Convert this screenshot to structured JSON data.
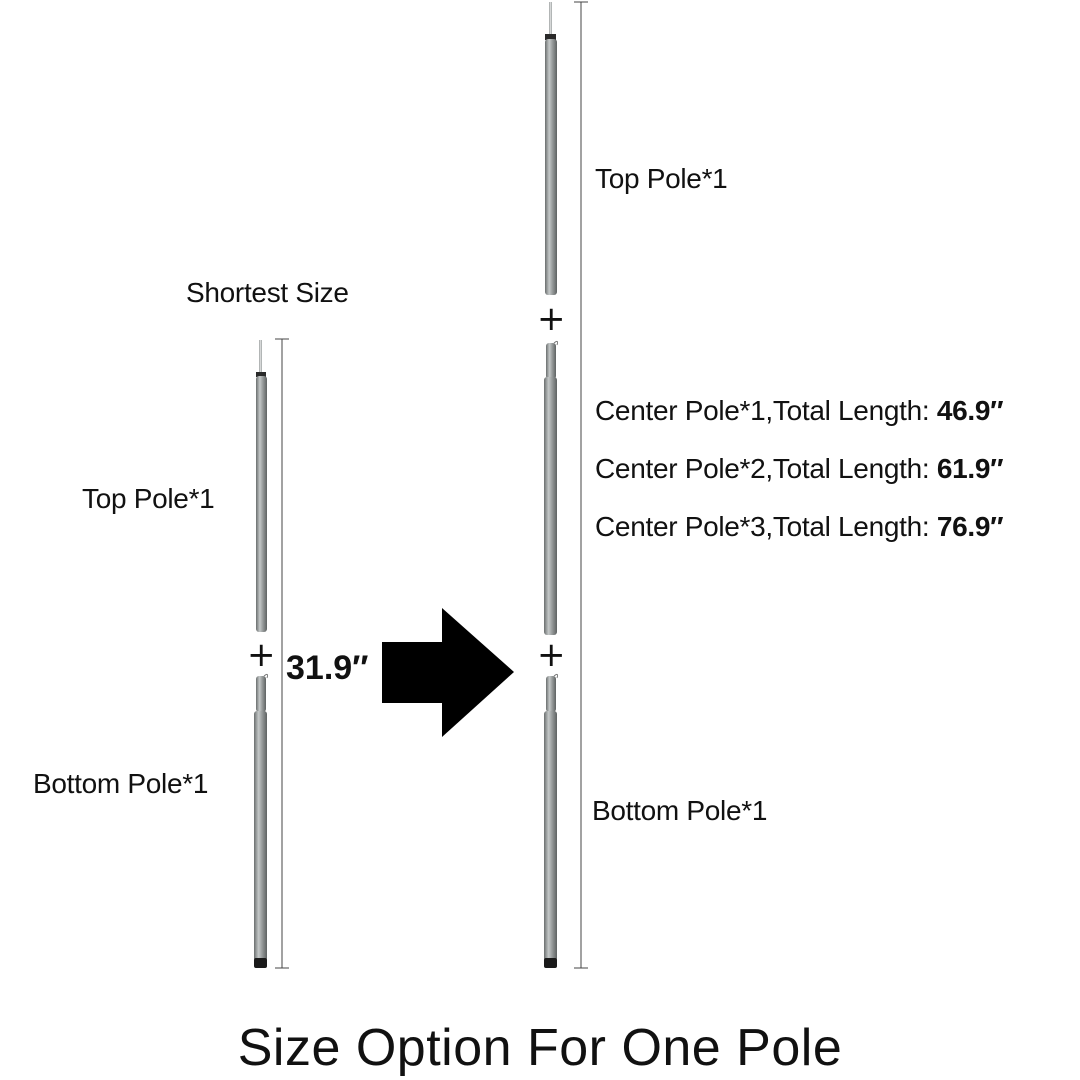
{
  "left_config": {
    "heading": "Shortest Size",
    "top_pole_label": "Top Pole*1",
    "bottom_pole_label": "Bottom Pole*1",
    "plus_sign": "+",
    "total_length": "31.9″"
  },
  "right_config": {
    "top_pole_label": "Top Pole*1",
    "plus_sign_upper": "+",
    "plus_sign_lower": "+",
    "center_options": [
      {
        "text": "Center Pole*1,Total Length: ",
        "length": "46.9″"
      },
      {
        "text": "Center Pole*2,Total Length: ",
        "length": "61.9″"
      },
      {
        "text": "Center Pole*3,Total Length: ",
        "length": "76.9″"
      }
    ],
    "bottom_pole_label": "Bottom Pole*1"
  },
  "footer": {
    "title": "Size Option For One Pole"
  },
  "colors": {
    "pole": "#8c9090",
    "pole_highlight": "#c9cccc",
    "pole_dark": "#5f6363",
    "arrow": "#000000",
    "dimension_line": "#444444"
  }
}
